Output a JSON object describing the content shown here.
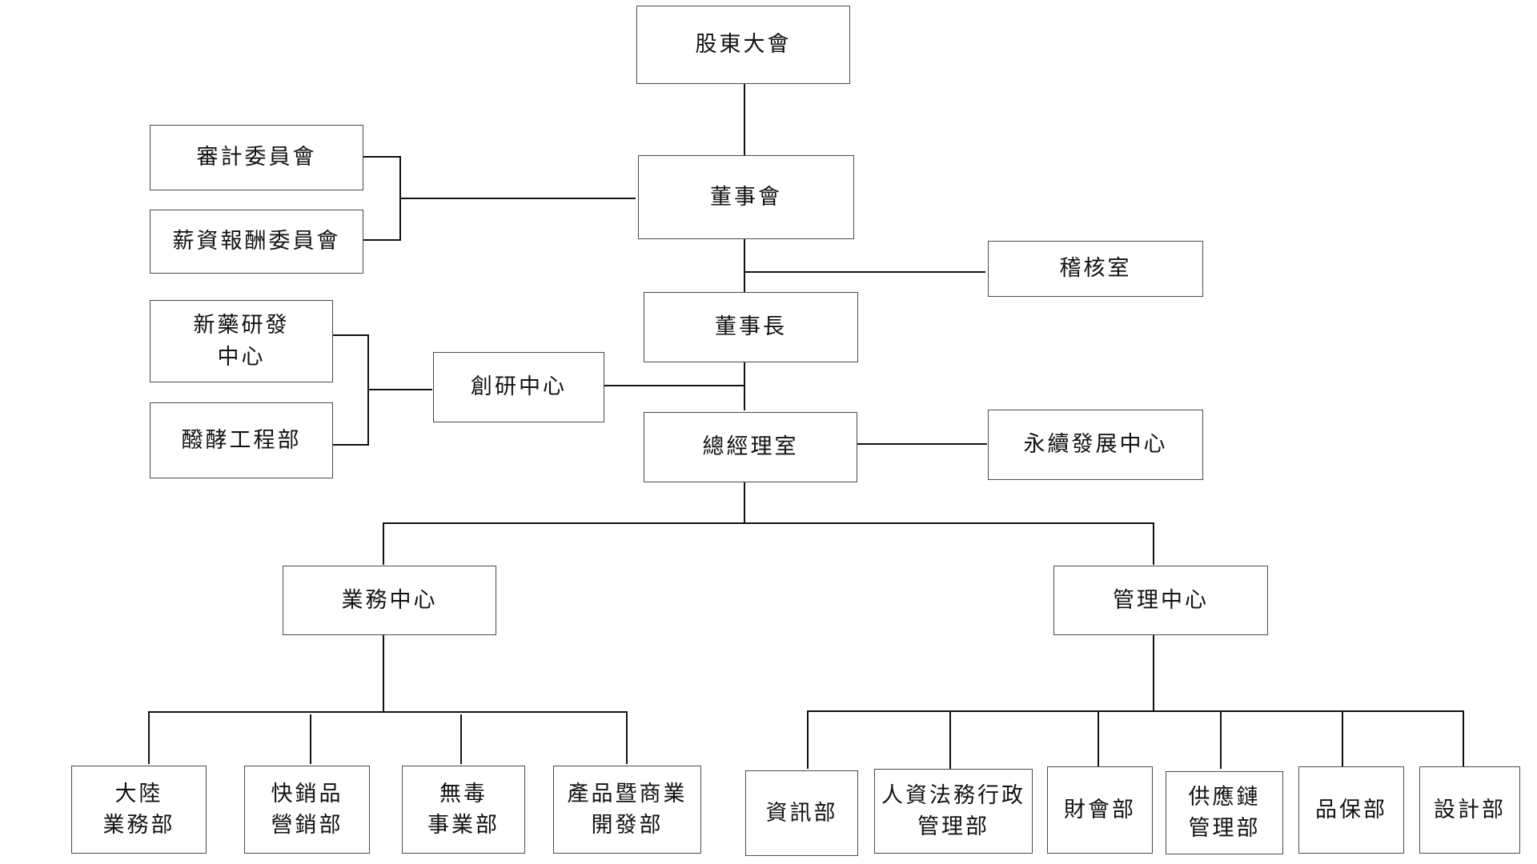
{
  "org_chart": {
    "nodes": {
      "shareholders": "股東大會",
      "board": "董事會",
      "audit_committee": "審計委員會",
      "compensation_committee": "薪資報酬委員會",
      "internal_audit": "稽核室",
      "chairman": "董事長",
      "innovation_center": "創研中心",
      "new_drug_center": "新藥研發\n中心",
      "fermentation_dept": "醱酵工程部",
      "gm_office": "總經理室",
      "sustainability_center": "永續發展中心",
      "business_center": "業務中心",
      "management_center": "管理中心",
      "china_business": "大陸\n業務部",
      "fmcg_marketing": "快銷品\n營銷部",
      "nontoxic_business": "無毒\n事業部",
      "product_development": "產品暨商業\n開發部",
      "it_dept": "資訊部",
      "hr_legal_admin": "人資法務行政\n管理部",
      "finance_dept": "財會部",
      "supply_chain": "供應鏈\n管理部",
      "quality_dept": "品保部",
      "design_dept": "設計部"
    }
  }
}
